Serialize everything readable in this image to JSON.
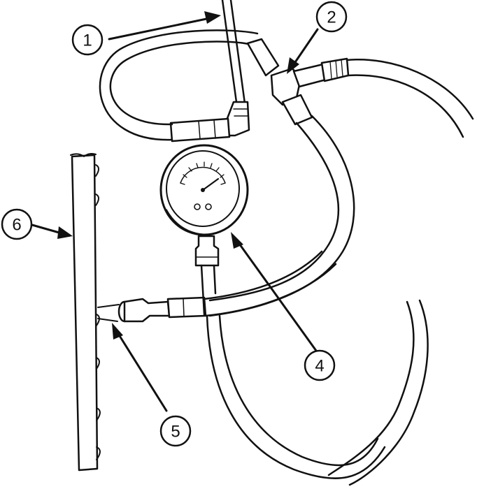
{
  "callouts": [
    {
      "id": "1",
      "label": "1",
      "target": "fuel-supply-line"
    },
    {
      "id": "2",
      "label": "2",
      "target": "tee-fitting"
    },
    {
      "id": "4",
      "label": "4",
      "target": "fuel-pressure-gauge"
    },
    {
      "id": "5",
      "label": "5",
      "target": "fuel-rail-test-port"
    },
    {
      "id": "6",
      "label": "6",
      "target": "fuel-rail"
    }
  ],
  "colors": {
    "ink": "#111111",
    "paper": "#ffffff"
  }
}
